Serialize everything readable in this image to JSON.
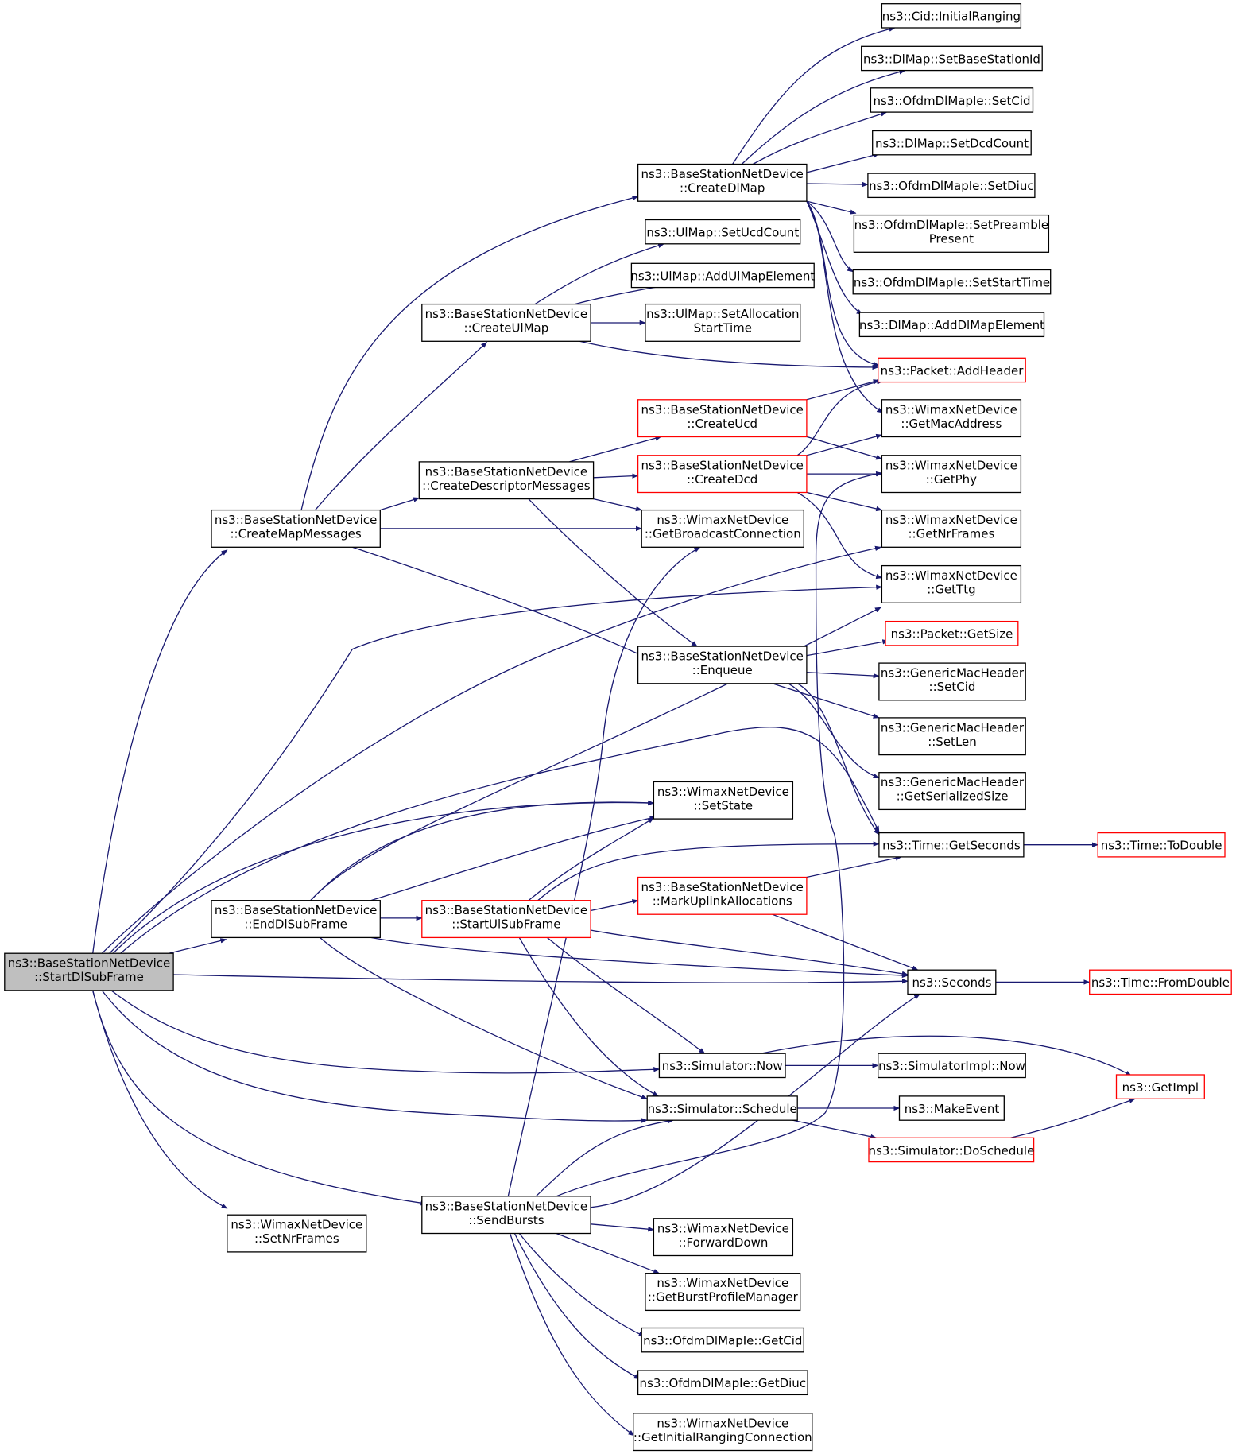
{
  "colors": {
    "edge": "#191970",
    "box_border": "#000000",
    "box_border_undocumented": "#ff0000",
    "root_fill": "#bfbfbf",
    "background": "#ffffff"
  },
  "nodes": {
    "start_dl_subframe": {
      "line1": "ns3::BaseStationNetDevice",
      "line2": "::StartDlSubFrame"
    },
    "create_map_messages": {
      "line1": "ns3::BaseStationNetDevice",
      "line2": "::CreateMapMessages"
    },
    "end_dl_subframe": {
      "line1": "ns3::BaseStationNetDevice",
      "line2": "::EndDlSubFrame"
    },
    "set_nr_frames": {
      "line1": "ns3::WimaxNetDevice",
      "line2": "::SetNrFrames"
    },
    "create_ul_map": {
      "line1": "ns3::BaseStationNetDevice",
      "line2": "::CreateUlMap"
    },
    "create_descriptor_messages": {
      "line1": "ns3::BaseStationNetDevice",
      "line2": "::CreateDescriptorMessages"
    },
    "start_ul_subframe": {
      "line1": "ns3::BaseStationNetDevice",
      "line2": "::StartUlSubFrame"
    },
    "send_bursts": {
      "line1": "ns3::BaseStationNetDevice",
      "line2": "::SendBursts"
    },
    "create_dl_map": {
      "line1": "ns3::BaseStationNetDevice",
      "line2": "::CreateDlMap"
    },
    "ul_set_ucd_count": {
      "line1": "ns3::UlMap::SetUcdCount"
    },
    "ul_add_element": {
      "line1": "ns3::UlMap::AddUlMapElement"
    },
    "ul_set_alloc_start": {
      "line1": "ns3::UlMap::SetAllocation",
      "line2": "StartTime"
    },
    "create_ucd": {
      "line1": "ns3::BaseStationNetDevice",
      "line2": "::CreateUcd"
    },
    "create_dcd": {
      "line1": "ns3::BaseStationNetDevice",
      "line2": "::CreateDcd"
    },
    "get_broadcast_conn": {
      "line1": "ns3::WimaxNetDevice",
      "line2": "::GetBroadcastConnection"
    },
    "enqueue": {
      "line1": "ns3::BaseStationNetDevice",
      "line2": "::Enqueue"
    },
    "set_state": {
      "line1": "ns3::WimaxNetDevice",
      "line2": "::SetState"
    },
    "mark_uplink": {
      "line1": "ns3::BaseStationNetDevice",
      "line2": "::MarkUplinkAllocations"
    },
    "sim_now": {
      "line1": "ns3::Simulator::Now"
    },
    "sim_schedule": {
      "line1": "ns3::Simulator::Schedule"
    },
    "forward_down": {
      "line1": "ns3::WimaxNetDevice",
      "line2": "::ForwardDown"
    },
    "get_burst_profile": {
      "line1": "ns3::WimaxNetDevice",
      "line2": "::GetBurstProfileManager"
    },
    "ofdm_get_cid": {
      "line1": "ns3::OfdmDlMapIe::GetCid"
    },
    "ofdm_get_diuc": {
      "line1": "ns3::OfdmDlMapIe::GetDiuc"
    },
    "get_initial_ranging": {
      "line1": "ns3::WimaxNetDevice",
      "line2": "::GetInitialRangingConnection"
    },
    "cid_initial_ranging": {
      "line1": "ns3::Cid::InitialRanging"
    },
    "dl_set_bs_id": {
      "line1": "ns3::DlMap::SetBaseStationId"
    },
    "ofdm_set_cid": {
      "line1": "ns3::OfdmDlMapIe::SetCid"
    },
    "dl_set_dcd_count": {
      "line1": "ns3::DlMap::SetDcdCount"
    },
    "ofdm_set_diuc": {
      "line1": "ns3::OfdmDlMapIe::SetDiuc"
    },
    "ofdm_set_preamble": {
      "line1": "ns3::OfdmDlMapIe::SetPreamble",
      "line2": "Present"
    },
    "ofdm_set_start_time": {
      "line1": "ns3::OfdmDlMapIe::SetStartTime"
    },
    "dl_add_element": {
      "line1": "ns3::DlMap::AddDlMapElement"
    },
    "packet_add_header": {
      "line1": "ns3::Packet::AddHeader"
    },
    "get_mac_address": {
      "line1": "ns3::WimaxNetDevice",
      "line2": "::GetMacAddress"
    },
    "get_phy": {
      "line1": "ns3::WimaxNetDevice",
      "line2": "::GetPhy"
    },
    "get_nr_frames": {
      "line1": "ns3::WimaxNetDevice",
      "line2": "::GetNrFrames"
    },
    "get_ttg": {
      "line1": "ns3::WimaxNetDevice",
      "line2": "::GetTtg"
    },
    "packet_get_size": {
      "line1": "ns3::Packet::GetSize"
    },
    "gmh_set_cid": {
      "line1": "ns3::GenericMacHeader",
      "line2": "::SetCid"
    },
    "gmh_set_len": {
      "line1": "ns3::GenericMacHeader",
      "line2": "::SetLen"
    },
    "gmh_get_serialized_size": {
      "line1": "ns3::GenericMacHeader",
      "line2": "::GetSerializedSize"
    },
    "time_get_seconds": {
      "line1": "ns3::Time::GetSeconds"
    },
    "seconds": {
      "line1": "ns3::Seconds"
    },
    "simimpl_now": {
      "line1": "ns3::SimulatorImpl::Now"
    },
    "make_event": {
      "line1": "ns3::MakeEvent"
    },
    "sim_do_schedule": {
      "line1": "ns3::Simulator::DoSchedule"
    },
    "time_to_double": {
      "line1": "ns3::Time::ToDouble"
    },
    "time_from_double": {
      "line1": "ns3::Time::FromDouble"
    },
    "get_impl": {
      "line1": "ns3::GetImpl"
    }
  }
}
